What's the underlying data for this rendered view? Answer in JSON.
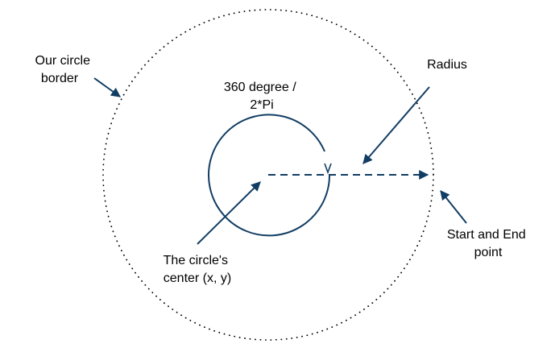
{
  "diagram": {
    "colors": {
      "accent": "#123d63",
      "border": "#000000",
      "text": "#000000",
      "background": "#ffffff"
    },
    "labels": {
      "circle_border": [
        "Our circle",
        "border"
      ],
      "angle": [
        "360 degree /",
        "2*Pi"
      ],
      "radius": "Radius",
      "start_end": [
        "Start and End",
        "point"
      ],
      "center": [
        "The circle's",
        "center (x, y)"
      ]
    }
  }
}
